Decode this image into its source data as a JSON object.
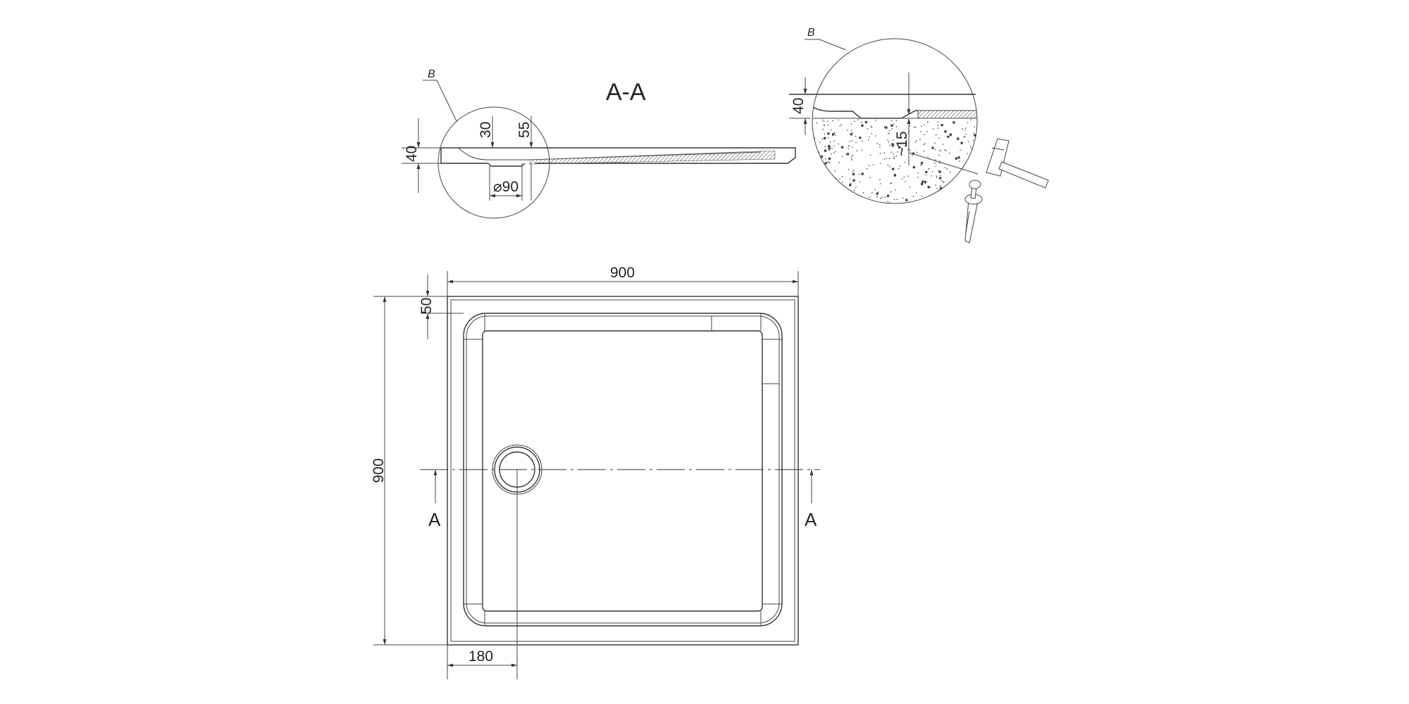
{
  "section": {
    "title": "A-A",
    "detail_label": "B",
    "dims": {
      "height": "40",
      "drain_depth": "30",
      "drain_offset": "55",
      "drain_diameter": "⌀90"
    }
  },
  "detail": {
    "label": "B",
    "dims": {
      "height": "40",
      "embed": "~15"
    },
    "icons": [
      "hammer-icon",
      "nail-anchor-icon"
    ]
  },
  "plan": {
    "width": "900",
    "depth": "900",
    "rim": "50",
    "drain_position": "180",
    "section_mark_left": "A",
    "section_mark_right": "A"
  }
}
